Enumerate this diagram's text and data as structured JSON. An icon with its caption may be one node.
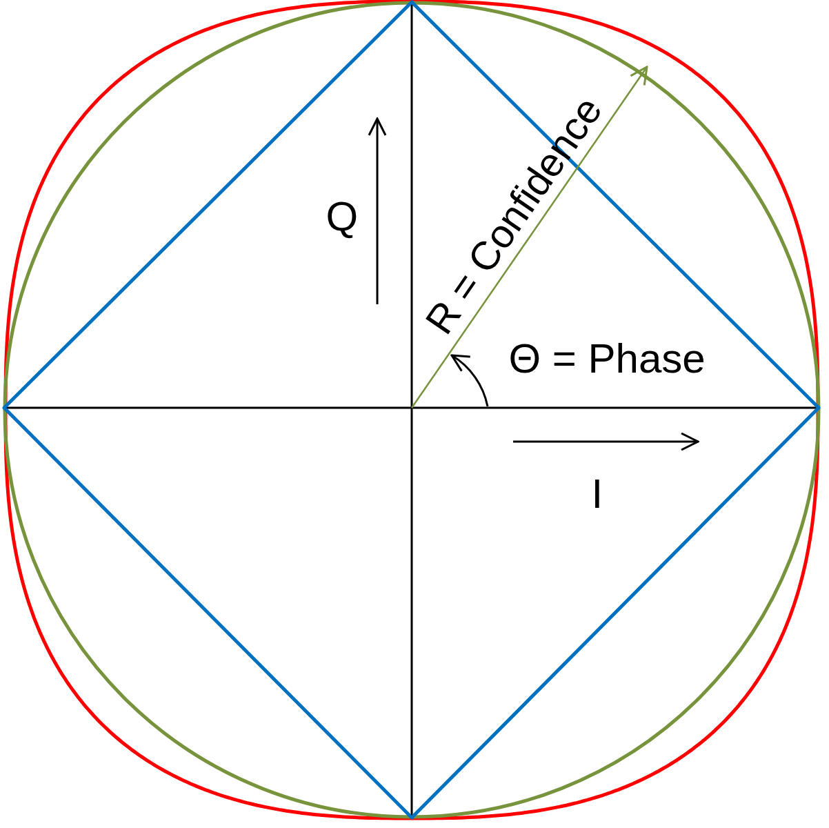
{
  "diagram": {
    "labels": [
      "Q",
      "R = Confidence",
      "Θ = Phase",
      "I"
    ]
  }
}
